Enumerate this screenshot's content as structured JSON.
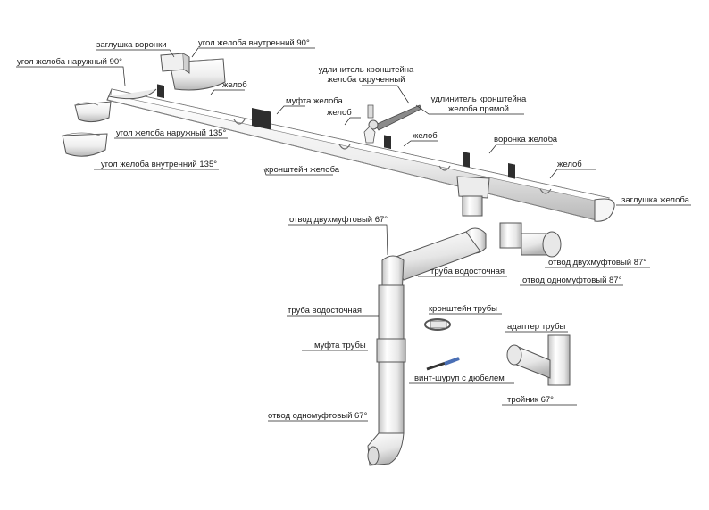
{
  "labels": {
    "funnel_cap": "заглушка воронки",
    "inner_corner_90": "угол желоба внутренний 90°",
    "outer_corner_90": "угол желоба наружный 90°",
    "gutter_1": "желоб",
    "gutter_coupling": "муфта желоба",
    "bracket_ext_twisted": "удлинитель кронштейна\nжелоба скрученный",
    "bracket_ext_straight": "удлинитель кронштейна\nжелоба прямой",
    "gutter_2": "желоб",
    "outer_corner_135": "угол желоба наружный 135°",
    "gutter_3": "желоб",
    "funnel": "воронка желоба",
    "inner_corner_135": "угол желоба внутренний 135°",
    "gutter_bracket": "кронштейн желоба",
    "gutter_4": "желоб",
    "gutter_end_cap": "заглушка желоба",
    "double_socket_elbow_67": "отвод двухмуфтовый 67°",
    "double_socket_elbow_87": "отвод двухмуфтовый 87°",
    "downpipe_1": "труба водосточная",
    "single_socket_elbow_87": "отвод одномуфтовый 87°",
    "pipe_bracket": "кронштейн трубы",
    "downpipe_2": "труба водосточная",
    "pipe_adapter": "адаптер трубы",
    "pipe_coupling": "муфта трубы",
    "screw_dowel": "винт-шуруп с дюбелем",
    "tee_67": "тройник 67°",
    "single_socket_elbow_67": "отвод одномуфтовый 67°"
  },
  "colors": {
    "part_fill": "#f2f2f2",
    "part_shade": "#c9c9c9",
    "outline": "#555555",
    "leader": "#222222",
    "text": "#1a1a1a",
    "dark_part": "#3a3a3a",
    "dowel_blue": "#4a6fb5"
  }
}
